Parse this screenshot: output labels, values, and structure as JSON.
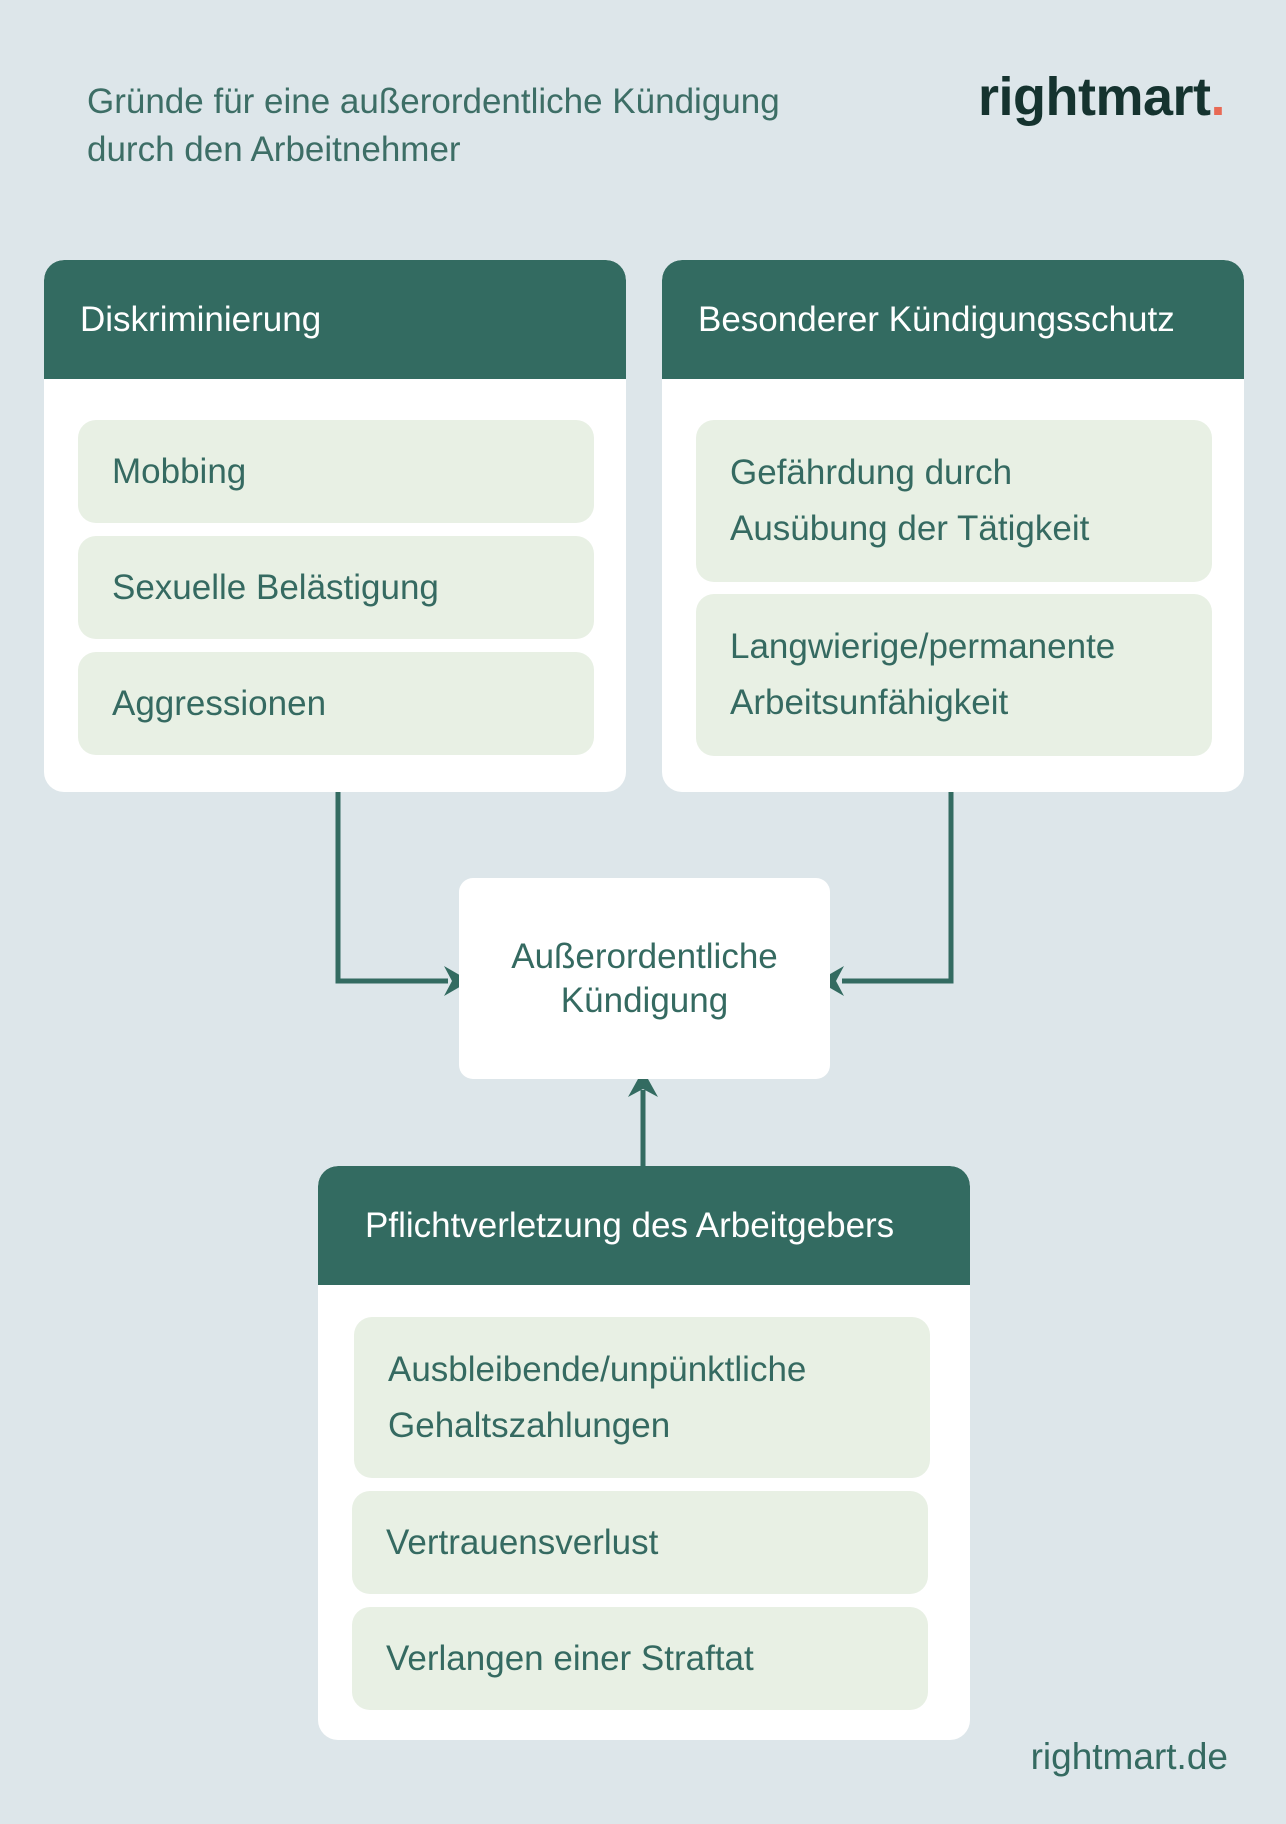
{
  "title": {
    "line1": "Gründe für eine außerordentliche Kündigung",
    "line2": "durch den Arbeitnehmer"
  },
  "logo": {
    "text": "rightmart",
    "dot": "."
  },
  "cards": {
    "left": {
      "heading": "Diskriminierung",
      "items": [
        "Mobbing",
        "Sexuelle Belästigung",
        "Aggressionen"
      ]
    },
    "right": {
      "heading": "Besonderer Kündigungsschutz",
      "items": [
        {
          "line1": "Gefährdung durch",
          "line2": "Ausübung der Tätigkeit"
        },
        {
          "line1": "Langwierige/permanente",
          "line2": "Arbeitsunfähigkeit"
        }
      ]
    },
    "bottom": {
      "heading": "Pflichtverletzung des Arbeitgebers",
      "items": [
        {
          "line1": "Ausbleibende/unpünktliche",
          "line2": "Gehaltszahlungen"
        },
        {
          "line1": "Vertrauensverlust"
        },
        {
          "line1": "Verlangen einer Straftat"
        }
      ]
    }
  },
  "center": {
    "line1": "Außerordentliche",
    "line2": "Kündigung"
  },
  "footer": "rightmart.de",
  "colors": {
    "background": "#dde6ea",
    "header": "#336b61",
    "item_fill": "#e8f0e4",
    "text": "#356a61",
    "logo": "#15332f",
    "accent_dot": "#e86a55"
  }
}
